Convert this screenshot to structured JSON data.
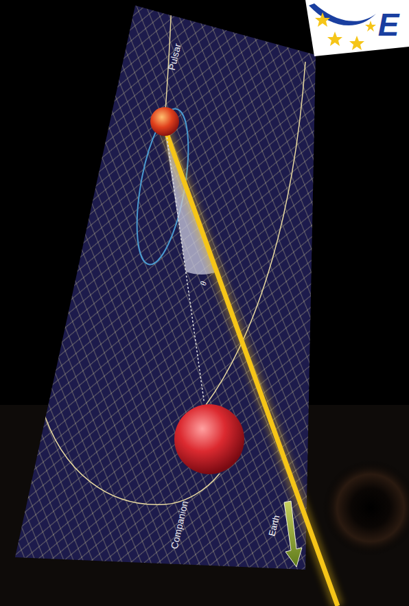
{
  "diagram": {
    "nodes": [
      {
        "text": [
          "Pulsar"
        ]
      },
      {
        "text": [
          "Companion"
        ]
      }
    ],
    "edges": [
      {
        "from": 0,
        "to": 1,
        "arrow": "none"
      }
    ],
    "labels": [
      "θ",
      "Earth",
      "E"
    ]
  }
}
